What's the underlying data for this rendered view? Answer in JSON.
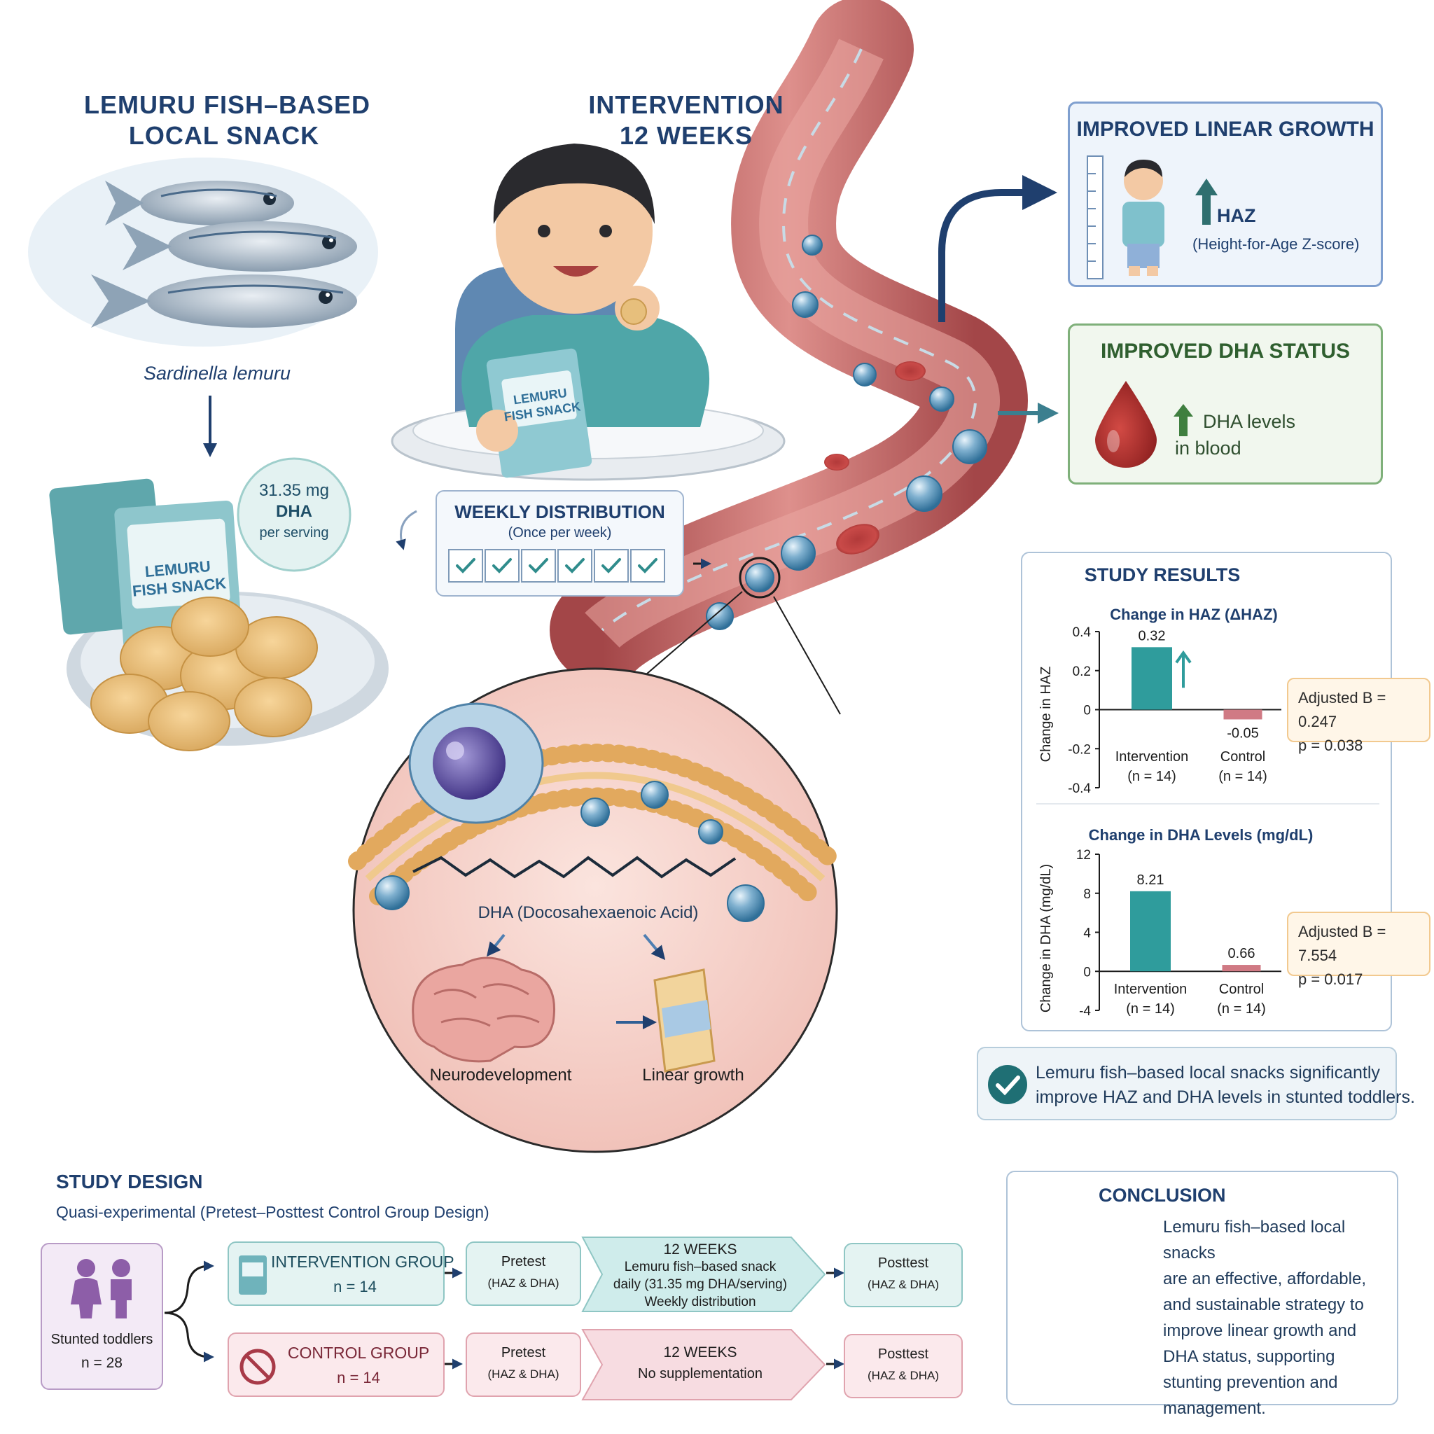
{
  "snack_section": {
    "title_line1": "LEMURU FISH–BASED",
    "title_line2": "LOCAL SNACK",
    "species": "Sardinella lemuru",
    "package_label_line1": "LEMURU",
    "package_label_line2": "FISH SNACK",
    "dha_amount": "31.35 mg",
    "dha_label": "DHA",
    "dha_serving": "per serving"
  },
  "intervention_section": {
    "title_line1": "INTERVENTION",
    "title_line2": "12 WEEKS",
    "package_label_line1": "LEMURU",
    "package_label_line2": "FISH SNACK",
    "weekly_title": "WEEKLY DISTRIBUTION",
    "weekly_sub": "(Once per week)",
    "check_count": 6
  },
  "outcomes": {
    "growth_title": "IMPROVED LINEAR GROWTH",
    "growth_metric": "HAZ",
    "growth_metric_full": "(Height-for-Age Z-score)",
    "dha_title": "IMPROVED DHA STATUS",
    "dha_line1": "DHA levels",
    "dha_line2": "in blood"
  },
  "cell_view": {
    "molecule_label": "DHA (Docosahexaenoic Acid)",
    "effect1": "Neurodevelopment",
    "effect2": "Linear growth"
  },
  "study_results_title": "STUDY RESULTS",
  "chart_data": [
    {
      "type": "bar",
      "title": "Change in HAZ (ΔHAZ)",
      "ylabel": "Change in HAZ",
      "categories": [
        "Intervention",
        "Control"
      ],
      "category_n": [
        "(n = 14)",
        "(n = 14)"
      ],
      "values": [
        0.32,
        -0.05
      ],
      "value_labels": [
        "0.32",
        "-0.05"
      ],
      "ylim": [
        -0.4,
        0.4
      ],
      "yticks": [
        "0.4",
        "0.2",
        "0",
        "-0.2",
        "-0.4"
      ],
      "ytick_values": [
        0.4,
        0.2,
        0,
        -0.2,
        -0.4
      ],
      "stat_line1": "Adjusted B = 0.247",
      "stat_line2": "p = 0.038",
      "colors": [
        "#2f9c9c",
        "#d07a84"
      ]
    },
    {
      "type": "bar",
      "title": "Change in DHA Levels (mg/dL)",
      "ylabel": "Change in DHA (mg/dL)",
      "categories": [
        "Intervention",
        "Control"
      ],
      "category_n": [
        "(n = 14)",
        "(n = 14)"
      ],
      "values": [
        8.21,
        0.66
      ],
      "value_labels": [
        "8.21",
        "0.66"
      ],
      "ylim": [
        -4,
        12
      ],
      "yticks": [
        "12",
        "8",
        "4",
        "0",
        "-4"
      ],
      "ytick_values": [
        12,
        8,
        4,
        0,
        -4
      ],
      "stat_line1": "Adjusted B = 7.554",
      "stat_line2": "p = 0.017",
      "colors": [
        "#2f9c9c",
        "#d07a84"
      ]
    }
  ],
  "results_summary_line1": "Lemuru fish–based local snacks significantly",
  "results_summary_line2": "improve HAZ and DHA levels in stunted toddlers.",
  "study_design": {
    "title": "STUDY DESIGN",
    "subtitle": "Quasi-experimental (Pretest–Posttest Control Group Design)",
    "population_label": "Stunted toddlers",
    "population_n": "n = 28",
    "intervention_group": "INTERVENTION GROUP",
    "intervention_n": "n = 14",
    "control_group": "CONTROL GROUP",
    "control_n": "n = 14",
    "pretest": "Pretest",
    "pretest_sub": "(HAZ & DHA)",
    "posttest": "Posttest",
    "posttest_sub": "(HAZ & DHA)",
    "int_weeks": "12 WEEKS",
    "int_line1": "Lemuru fish–based snack",
    "int_line2": "daily (31.35 mg DHA/serving)",
    "int_line3": "Weekly distribution",
    "ctl_weeks": "12 WEEKS",
    "ctl_line1": "No supplementation"
  },
  "conclusion": {
    "title": "CONCLUSION",
    "lines": [
      "Lemuru fish–based local snacks",
      "are an effective, affordable,",
      "and sustainable strategy to",
      "improve linear growth and",
      "DHA status, supporting",
      "stunting prevention and",
      "management."
    ]
  },
  "colors": {
    "navy": "#1f3f6e",
    "teal": "#2f9c9c",
    "control_pink": "#d07a84",
    "growth_border": "#7f9fcf",
    "dha_border": "#7fb07a",
    "vessel": "#c2585a"
  }
}
